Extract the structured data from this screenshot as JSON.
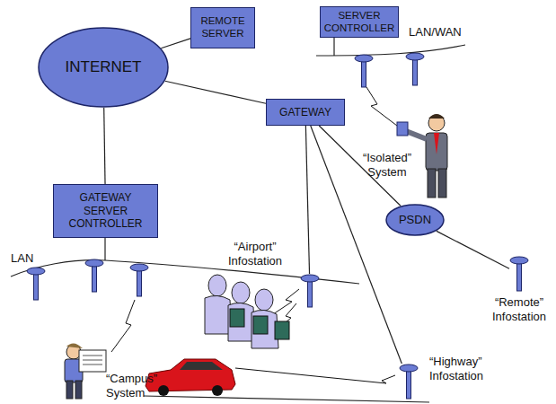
{
  "diagram": {
    "nodes": [
      {
        "text": [
          "INTERNET"
        ]
      },
      {
        "text": [
          "REMOTE SERVER"
        ]
      },
      {
        "text": [
          "SERVER CONTROLLER"
        ]
      },
      {
        "text": [
          "GATEWAY"
        ]
      },
      {
        "text": [
          "GATEWAY SERVER CONTROLLER"
        ]
      },
      {
        "text": [
          "“Airport” Infostation"
        ]
      },
      {
        "text": [
          "PSDN"
        ]
      },
      {
        "text": [
          "“Remote” Infostation"
        ]
      },
      {
        "text": [
          "“Highway” Infostation"
        ]
      }
    ],
    "edges": [
      {
        "from": 0,
        "to": 1,
        "arrow": "none"
      },
      {
        "from": 0,
        "to": 3,
        "arrow": "none"
      },
      {
        "from": 0,
        "to": 4,
        "arrow": "none"
      },
      {
        "from": 3,
        "to": 5,
        "arrow": "none"
      },
      {
        "from": 3,
        "to": 6,
        "arrow": "none"
      },
      {
        "from": 3,
        "to": 8,
        "arrow": "none"
      },
      {
        "from": 6,
        "to": 7,
        "arrow": "none"
      }
    ],
    "labels": [
      "LAN/WAN",
      "“Isolated” System",
      "LAN",
      "“Campus” System"
    ]
  }
}
